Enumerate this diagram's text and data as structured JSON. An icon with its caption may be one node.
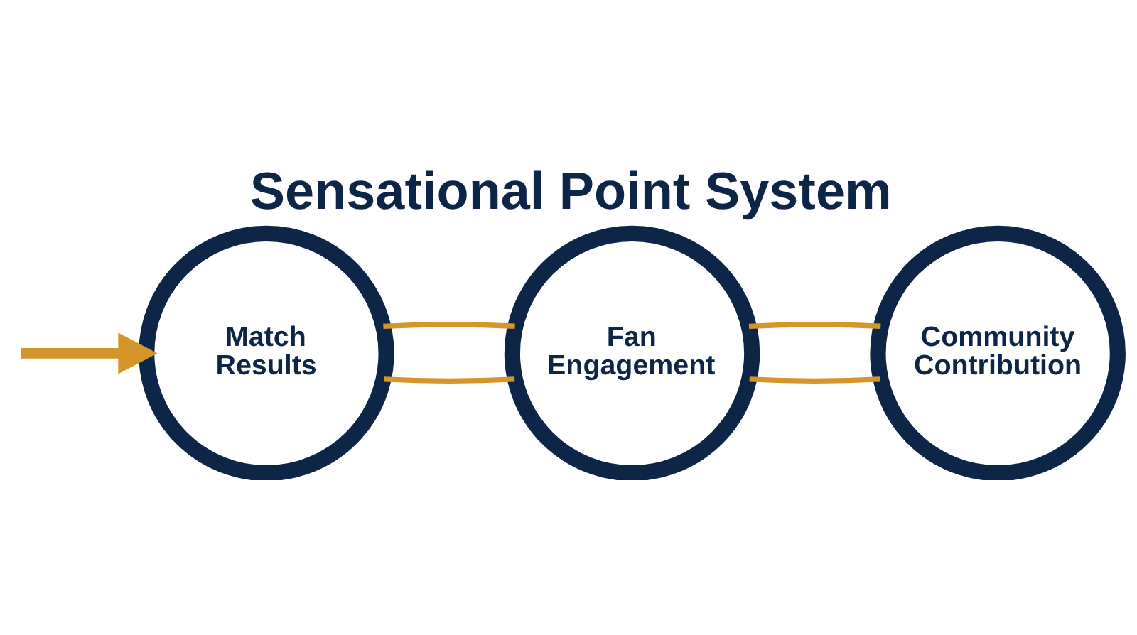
{
  "diagram": {
    "title": "Sensational Point System",
    "nodes": [
      {
        "text": [
          "Match Results"
        ]
      },
      {
        "text": [
          "Fan Engagement"
        ]
      },
      {
        "text": [
          "Community Contribution"
        ]
      }
    ],
    "edges": [
      {
        "from": null,
        "to": 0,
        "arrow": "to",
        "style": "thick"
      },
      {
        "from": 0,
        "to": 1,
        "arrow": "none"
      },
      {
        "from": 1,
        "to": 2,
        "arrow": "none"
      },
      {
        "from": 0,
        "to": 1,
        "arrow": "none"
      },
      {
        "from": 1,
        "to": 2,
        "arrow": "none"
      }
    ]
  }
}
